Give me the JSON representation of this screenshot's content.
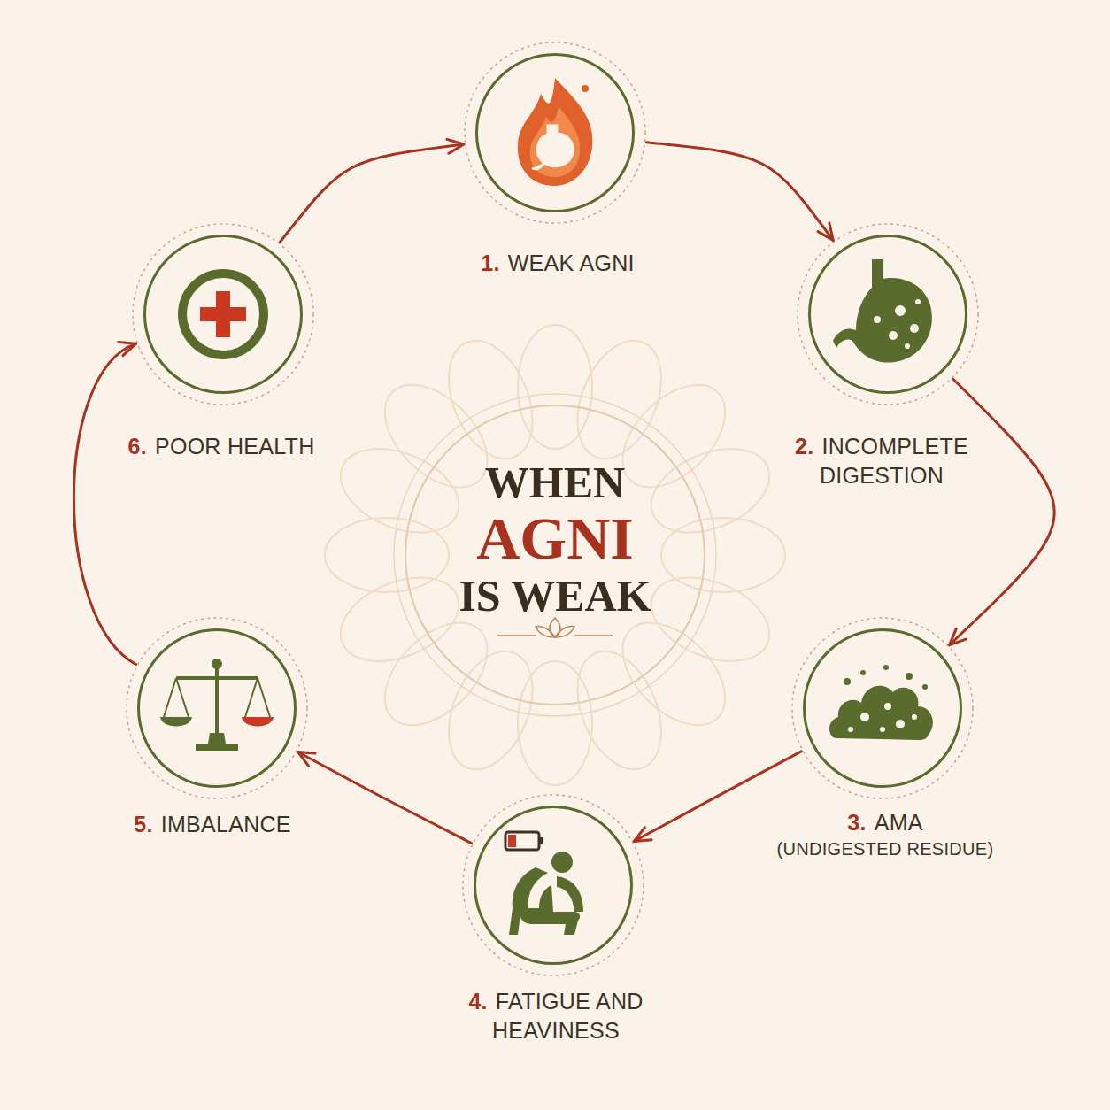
{
  "diagram": {
    "nodes": [
      {
        "text": [
          "WHEN",
          "AGNI",
          "IS WEAK"
        ]
      },
      {
        "text": [
          "1.",
          "WEAK AGNI"
        ]
      },
      {
        "text": [
          "2.",
          "INCOMPLETE DIGESTION"
        ]
      },
      {
        "text": [
          "3.",
          "AMA",
          "(UNDIGESTED RESIDUE)"
        ]
      },
      {
        "text": [
          "4.",
          "FATIGUE AND HEAVINESS"
        ]
      },
      {
        "text": [
          "5.",
          "IMBALANCE"
        ]
      },
      {
        "text": [
          "6.",
          "POOR HEALTH"
        ]
      }
    ],
    "edges": [
      {
        "from": 1,
        "to": 2,
        "arrow": "to"
      },
      {
        "from": 2,
        "to": 3,
        "arrow": "to"
      },
      {
        "from": 3,
        "to": 4,
        "arrow": "to"
      },
      {
        "from": 4,
        "to": 5,
        "arrow": "to"
      },
      {
        "from": 5,
        "to": 6,
        "arrow": "to"
      },
      {
        "from": 6,
        "to": 1,
        "arrow": "to"
      }
    ]
  }
}
